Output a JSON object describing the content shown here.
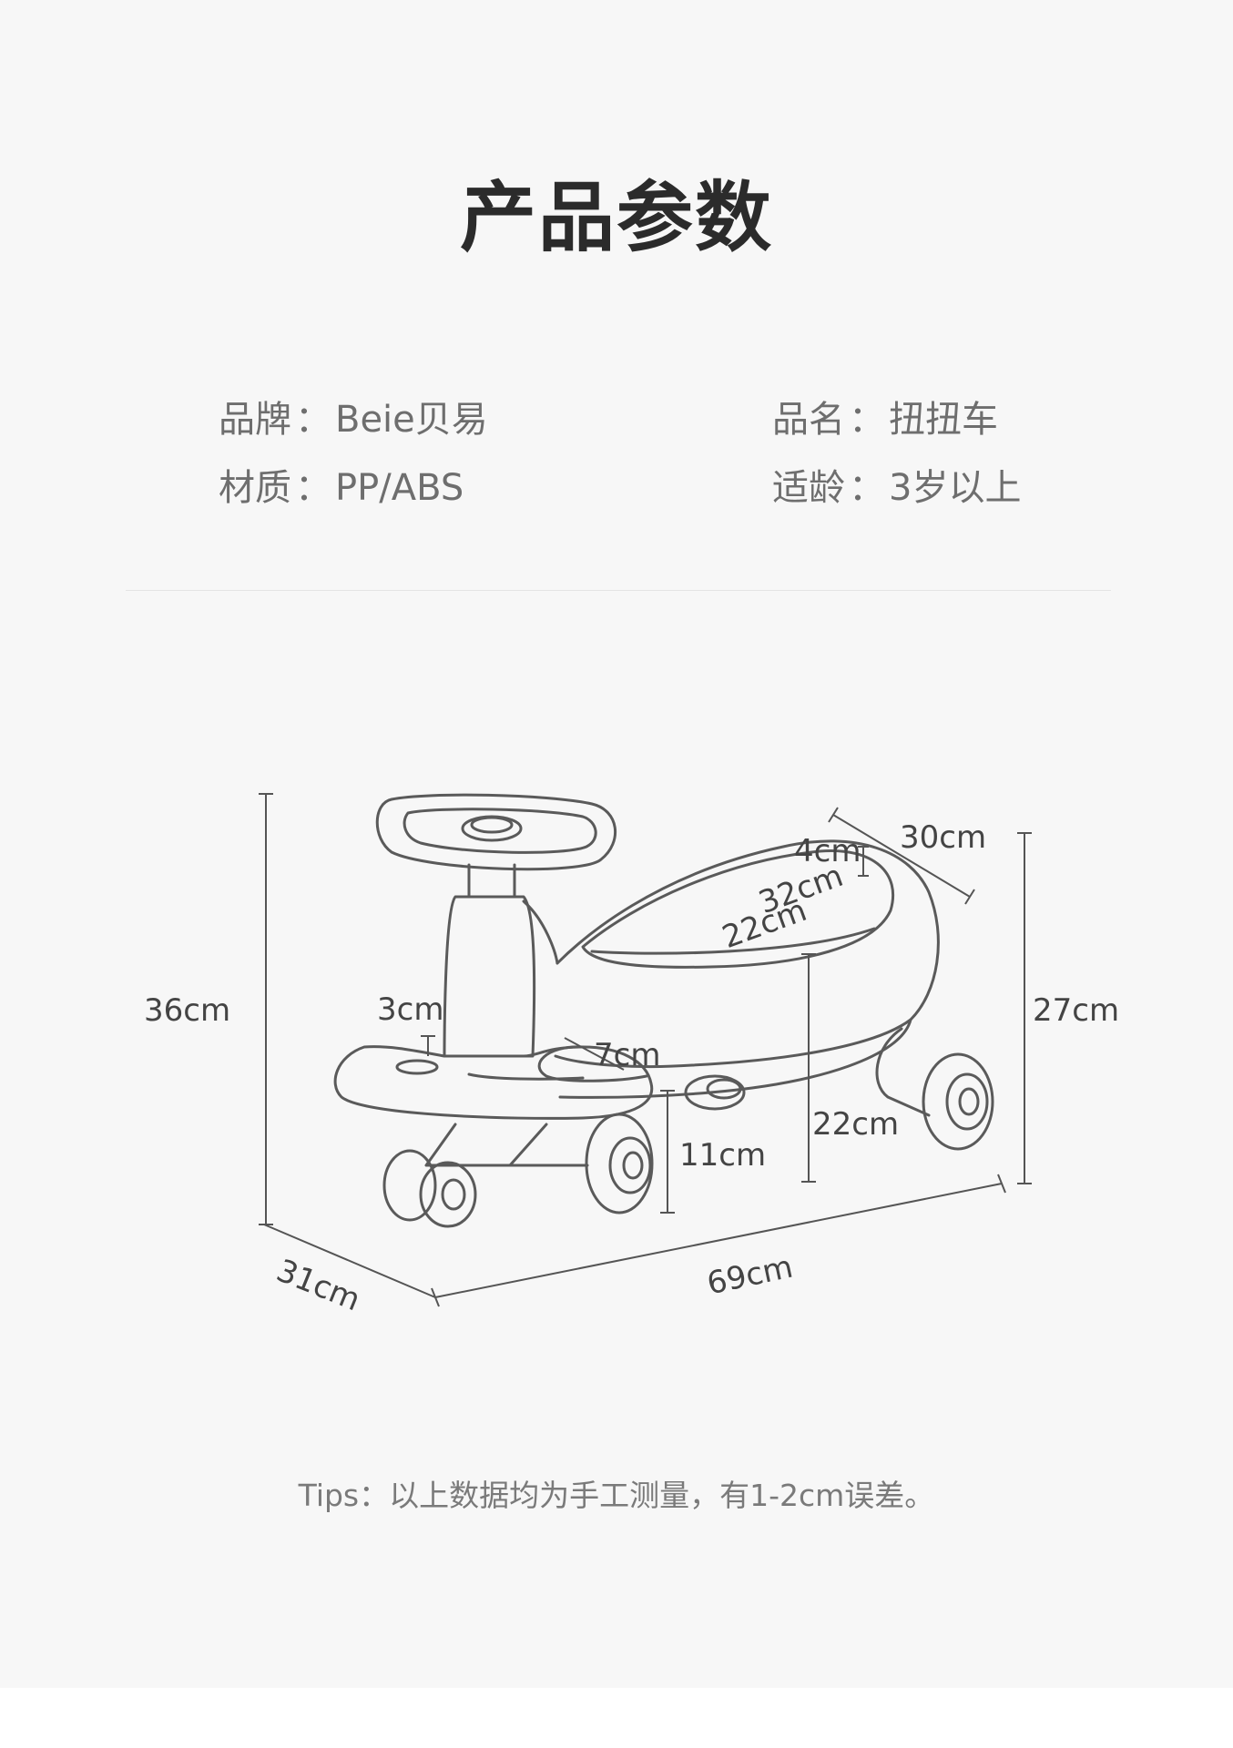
{
  "title": "产品参数",
  "specs": {
    "brand": {
      "label": "品牌",
      "value": "Beie贝易"
    },
    "name": {
      "label": "品名",
      "value": "扭扭车"
    },
    "material": {
      "label": "材质",
      "value": "PP/ABS"
    },
    "age": {
      "label": "适龄",
      "value": "3岁以上"
    },
    "separator": "："
  },
  "dimensions": {
    "height_total": "36cm",
    "height_rear": "27cm",
    "seat_width": "30cm",
    "seat_depth": "4cm",
    "seat_length": "32cm",
    "seat_inner": "22cm",
    "seat_height": "22cm",
    "foot_rest_depth": "3cm",
    "foot_rest_width": "7cm",
    "ground_clearance": "11cm",
    "length": "69cm",
    "width": "31cm"
  },
  "tips": "Tips：以上数据均为手工测量，有1-2cm误差。",
  "colors": {
    "background": "#f7f7f7",
    "title": "#2b2b2b",
    "text": "#6e6e6e",
    "line": "#555555"
  }
}
